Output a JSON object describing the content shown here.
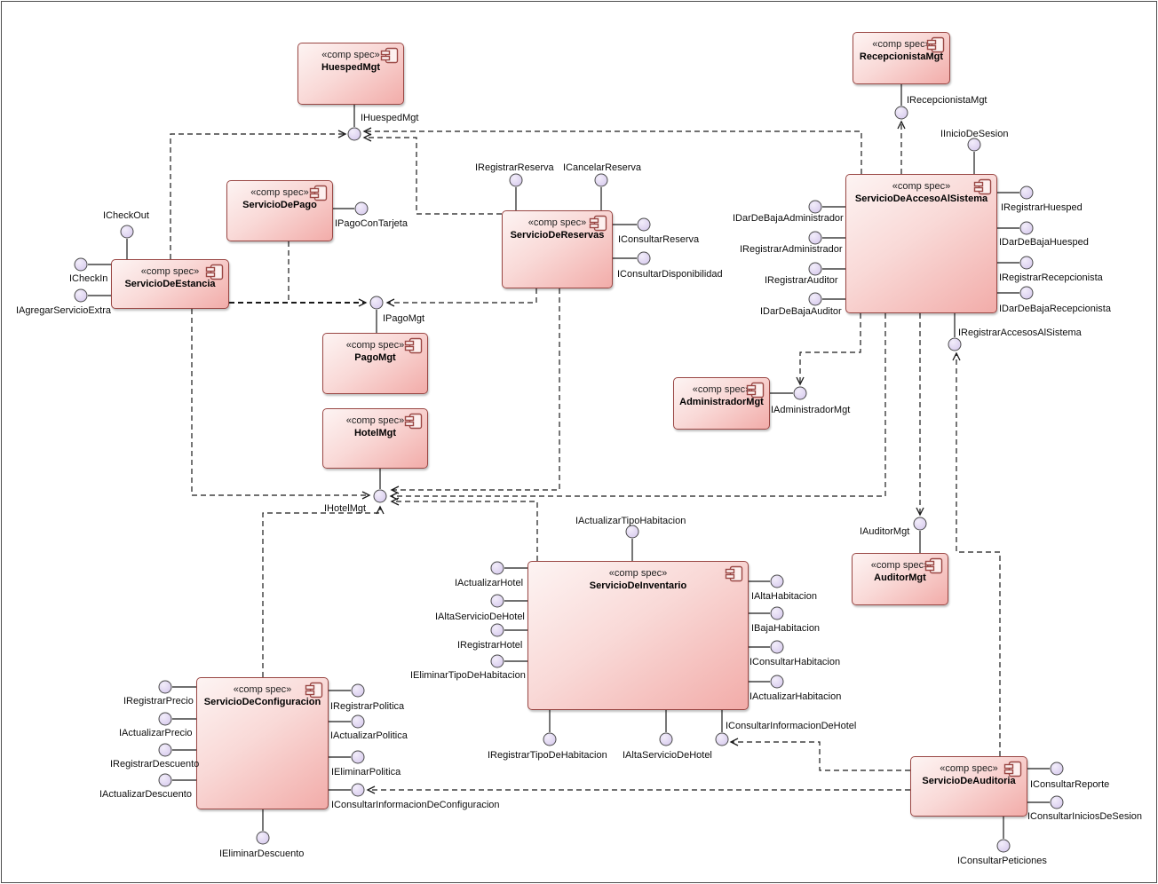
{
  "tab_title": "cmp Diagrama de componentes - Componentes",
  "stereotype": "«comp spec»",
  "colors": {
    "component_border": "#9a4744",
    "component_fill_light": "#fdf4f3",
    "component_fill_dark": "#f2aca9",
    "interface_ball_fill": "#e2d9f2",
    "line": "#1a1a1a"
  },
  "components": [
    {
      "id": "huespedmgt",
      "name": "HuespedMgt"
    },
    {
      "id": "recepcionistamgt",
      "name": "RecepcionistaMgt"
    },
    {
      "id": "acceso",
      "name": "ServicioDeAccesoAlSistema"
    },
    {
      "id": "reservas",
      "name": "ServicioDeReservas"
    },
    {
      "id": "pago",
      "name": "ServicioDePago"
    },
    {
      "id": "estancia",
      "name": "ServicioDeEstancia"
    },
    {
      "id": "pagomgt",
      "name": "PagoMgt"
    },
    {
      "id": "hotelmgt",
      "name": "HotelMgt"
    },
    {
      "id": "administradormgt",
      "name": "AdministradorMgt"
    },
    {
      "id": "auditormgt",
      "name": "AuditorMgt"
    },
    {
      "id": "inventario",
      "name": "ServicioDeInventario"
    },
    {
      "id": "configuracion",
      "name": "ServicioDeConfiguracion"
    },
    {
      "id": "auditoria",
      "name": "ServicioDeAuditoria"
    }
  ],
  "interfaces": [
    {
      "id": "ihuespedmgt",
      "name": "IHuespedMgt"
    },
    {
      "id": "irecepcionistamgt",
      "name": "IRecepcionistaMgt"
    },
    {
      "id": "iiniciodesesion",
      "name": "IInicioDeSesion"
    },
    {
      "id": "iregistrarreserva",
      "name": "IRegistrarReserva"
    },
    {
      "id": "icancelarreserva",
      "name": "ICancelarReserva"
    },
    {
      "id": "iconsultarreserva",
      "name": "IConsultarReserva"
    },
    {
      "id": "iconsultardisponibilidad",
      "name": "IConsultarDisponibilidad"
    },
    {
      "id": "idardebajaadministrador",
      "name": "IDarDeBajaAdministrador"
    },
    {
      "id": "iregistraradministrador",
      "name": "IRegistrarAdministrador"
    },
    {
      "id": "iregistrarauditor",
      "name": "IRegistrarAuditor"
    },
    {
      "id": "idardebajaauditor",
      "name": "IDarDeBajaAuditor"
    },
    {
      "id": "iregistrarhuesped",
      "name": "IRegistrarHuesped"
    },
    {
      "id": "idardebajahuesped",
      "name": "IDarDeBajaHuesped"
    },
    {
      "id": "iregistrarrecepcionista",
      "name": "IRegistrarRecepcionista"
    },
    {
      "id": "idardebajarecepcionista",
      "name": "IDarDeBajaRecepcionista"
    },
    {
      "id": "iregistraraccesosalsistema",
      "name": "IRegistrarAccesosAlSistema"
    },
    {
      "id": "icheckout",
      "name": "ICheckOut"
    },
    {
      "id": "icheckin",
      "name": "ICheckIn"
    },
    {
      "id": "iagregarservicioextra",
      "name": "IAgregarServicioExtra"
    },
    {
      "id": "ipagocontarjeta",
      "name": "IPagoConTarjeta"
    },
    {
      "id": "ipagomgt",
      "name": "IPagoMgt"
    },
    {
      "id": "ihotelmgt",
      "name": "IHotelMgt"
    },
    {
      "id": "iadministradormgt",
      "name": "IAdministradorMgt"
    },
    {
      "id": "iauditormgt",
      "name": "IAuditorMgt"
    },
    {
      "id": "iactualizartipohabitacion",
      "name": "IActualizarTipoHabitacion"
    },
    {
      "id": "iactualizarhotel",
      "name": "IActualizarHotel"
    },
    {
      "id": "ialtaserviciodehotel_l",
      "name": "IAltaServicioDeHotel"
    },
    {
      "id": "iregistrarhotel",
      "name": "IRegistrarHotel"
    },
    {
      "id": "ieliminartipodehabitacion",
      "name": "IEliminarTipoDeHabitacion"
    },
    {
      "id": "ialtahabitacion",
      "name": "IAltaHabitacion"
    },
    {
      "id": "ibajahabitacion",
      "name": "IBajaHabitacion"
    },
    {
      "id": "iconsultarhabitacion",
      "name": "IConsultarHabitacion"
    },
    {
      "id": "iactualizarhabitacion",
      "name": "IActualizarHabitacion"
    },
    {
      "id": "iregistrartipodehabitacion",
      "name": "IRegistrarTipoDeHabitacion"
    },
    {
      "id": "ialtaserviciodehotel_b",
      "name": "IAltaServicioDeHotel"
    },
    {
      "id": "iconsultarinformaciondehotel",
      "name": "IConsultarInformacionDeHotel"
    },
    {
      "id": "iregistrarprecio",
      "name": "IRegistrarPrecio"
    },
    {
      "id": "iactualizarprecio",
      "name": "IActualizarPrecio"
    },
    {
      "id": "iregistrardescuento",
      "name": "IRegistrarDescuento"
    },
    {
      "id": "iactualizardescuento",
      "name": "IActualizarDescuento"
    },
    {
      "id": "iregistrarpolitica",
      "name": "IRegistrarPolitica"
    },
    {
      "id": "iactualizarpolitica",
      "name": "IActualizarPolitica"
    },
    {
      "id": "ieliminarpolitica",
      "name": "IEliminarPolitica"
    },
    {
      "id": "iconsultarinformaciondeconfiguracion",
      "name": "IConsultarInformacionDeConfiguracion"
    },
    {
      "id": "ieliminardescuento",
      "name": "IEliminarDescuento"
    },
    {
      "id": "iconsultarreporte",
      "name": "IConsultarReporte"
    },
    {
      "id": "iconsultariniciosdesesion",
      "name": "IConsultarIniciosDeSesion"
    },
    {
      "id": "iconsultarpeticiones",
      "name": "IConsultarPeticiones"
    }
  ]
}
